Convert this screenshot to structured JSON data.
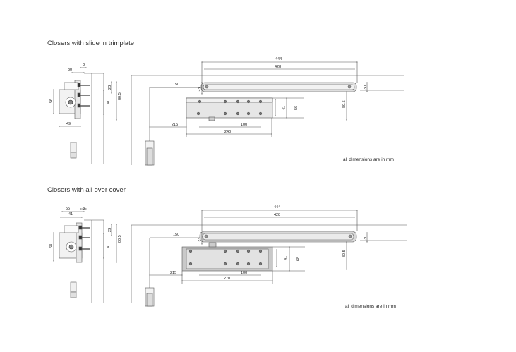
{
  "sections": [
    {
      "title": "Closers with slide in trimplate",
      "note": "all dimensions are in mm",
      "side": {
        "d_top1": "30",
        "d_top2": "8",
        "d_right1": "23",
        "d_right2": "80.5",
        "d_mid": "41",
        "d_left": "56",
        "d_bottom": "49"
      },
      "front": {
        "d_444": "444",
        "d_428": "428",
        "d_150": "150",
        "d_23": "23",
        "d_30": "30",
        "d_41": "41",
        "d_56": "56",
        "d_805": "80.5",
        "d_215": "215",
        "d_100": "100",
        "d_240": "240"
      }
    },
    {
      "title": "Closers with all over cover",
      "note": "all dimensions are in mm",
      "side": {
        "d_top1": "55",
        "d_top2": "8",
        "d_top3": "41",
        "d_right1": "23",
        "d_right2": "80.5",
        "d_mid": "41",
        "d_left": "68"
      },
      "front": {
        "d_444": "444",
        "d_428": "428",
        "d_150": "150",
        "d_23": "23",
        "d_30": "30",
        "d_41": "41",
        "d_68": "68",
        "d_805": "80.5",
        "d_215": "215",
        "d_100": "100",
        "d_270": "270"
      }
    }
  ],
  "colors": {
    "line": "#555555",
    "body_fill": "#e4e4e4",
    "arm_fill": "#dcdcdc",
    "cover_fill": "#c8c8c8",
    "dark": "#333333"
  }
}
